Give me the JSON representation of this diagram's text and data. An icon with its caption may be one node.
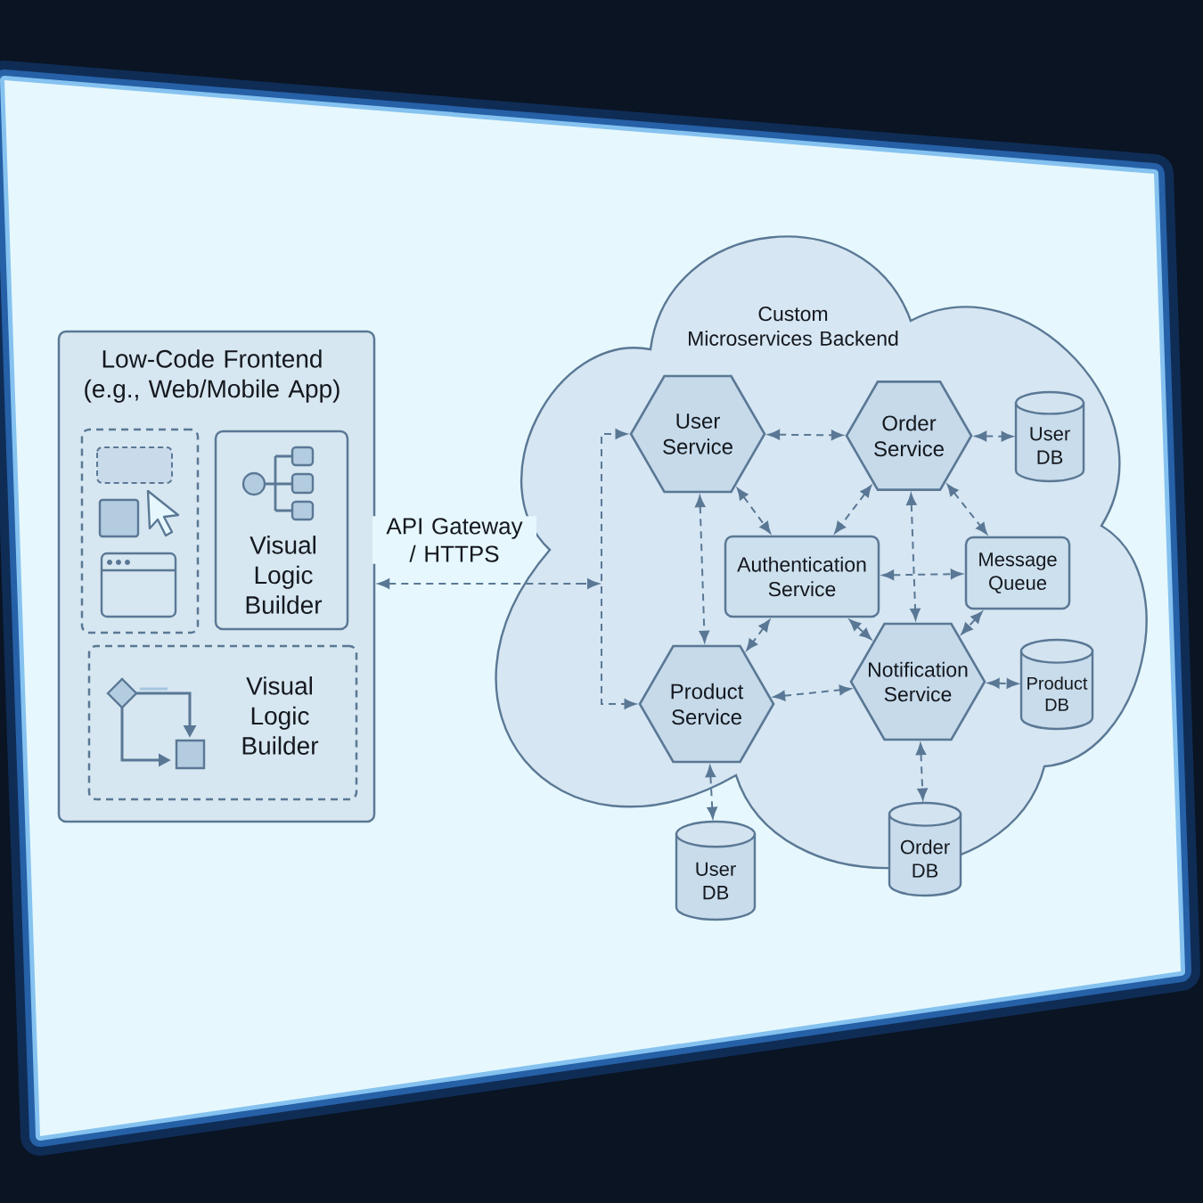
{
  "diagram": {
    "nodes": [
      {
        "text": [
          "Low-Code Frontend (e.g., Web/Mobile App)"
        ]
      },
      {
        "text": [],
        "shape": "box",
        "in": 0
      },
      {
        "text": [
          "Visual Logic Builder"
        ],
        "in": 0
      },
      {
        "text": [
          "Visual Logic Builder"
        ],
        "in": 0
      },
      {
        "text": [
          "Custom Microservices Backend"
        ]
      },
      {
        "text": [
          "User Service"
        ],
        "in": 4
      },
      {
        "text": [
          "Order Service"
        ],
        "in": 4
      },
      {
        "text": [
          "User DB"
        ],
        "in": 4
      },
      {
        "text": [
          "Authentication Service"
        ],
        "in": 4
      },
      {
        "text": [
          "Message Queue"
        ],
        "in": 4
      },
      {
        "text": [
          "Product Service"
        ],
        "in": 4
      },
      {
        "text": [
          "Notification Service"
        ],
        "in": 4
      },
      {
        "text": [
          "Product DB"
        ],
        "in": 4
      },
      {
        "text": [
          "User DB"
        ]
      },
      {
        "text": [
          "Order DB"
        ]
      }
    ],
    "edges": [
      {
        "from": 0,
        "to": 5,
        "arrow": "both",
        "style": "dashed",
        "label": "API Gateway / HTTPS"
      },
      {
        "from": 0,
        "to": 10,
        "arrow": "both",
        "style": "dashed"
      },
      {
        "from": 5,
        "to": 6,
        "arrow": "both",
        "style": "dashed"
      },
      {
        "from": 6,
        "to": 7,
        "arrow": "both",
        "style": "dashed"
      },
      {
        "from": 5,
        "to": 8,
        "arrow": "both",
        "style": "dashed"
      },
      {
        "from": 6,
        "to": 8,
        "arrow": "both",
        "style": "dashed"
      },
      {
        "from": 6,
        "to": 9,
        "arrow": "both",
        "style": "dashed"
      },
      {
        "from": 5,
        "to": 10,
        "arrow": "both",
        "style": "dashed"
      },
      {
        "from": 8,
        "to": 9,
        "arrow": "both",
        "style": "dashed"
      },
      {
        "from": 6,
        "to": 11,
        "arrow": "both",
        "style": "dashed"
      },
      {
        "from": 8,
        "to": 10,
        "arrow": "both",
        "style": "dashed"
      },
      {
        "from": 8,
        "to": 11,
        "arrow": "both",
        "style": "dashed"
      },
      {
        "from": 9,
        "to": 11,
        "arrow": "both",
        "style": "dashed"
      },
      {
        "from": 10,
        "to": 11,
        "arrow": "both",
        "style": "dashed"
      },
      {
        "from": 11,
        "to": 12,
        "arrow": "both",
        "style": "dashed"
      },
      {
        "from": 11,
        "to": 14,
        "arrow": "both",
        "style": "dashed"
      },
      {
        "from": 10,
        "to": 13,
        "arrow": "both",
        "style": "dashed"
      }
    ]
  }
}
